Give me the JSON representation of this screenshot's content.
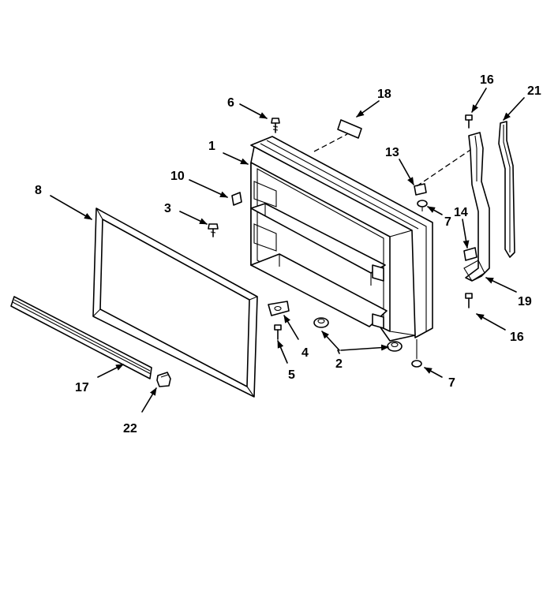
{
  "callouts": {
    "c1": "1",
    "c2": "2",
    "c3": "3",
    "c4": "4",
    "c5": "5",
    "c6": "6",
    "c7a": "7",
    "c7b": "7",
    "c8": "8",
    "c10": "10",
    "c13": "13",
    "c14": "14",
    "c16a": "16",
    "c16b": "16",
    "c17": "17",
    "c18": "18",
    "c19": "19",
    "c21": "21",
    "c22": "22"
  }
}
